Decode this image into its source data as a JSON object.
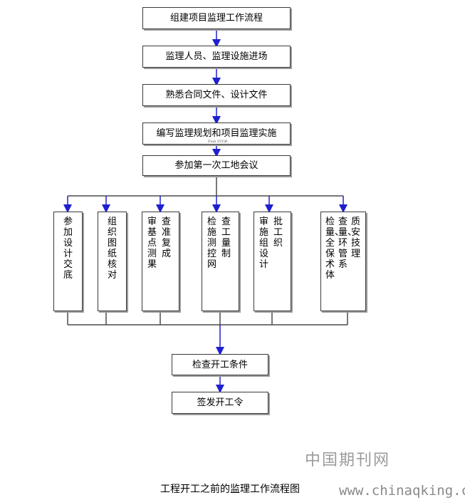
{
  "flow": {
    "step1": "组建项目监理工作流程",
    "step2": "监理人员、监理设施进场",
    "step3": "熟悉合同文件、设计文件",
    "step4": "编写监理规划和项目监理实施",
    "step4_note": "Puin STGB",
    "step5": "参加第一次工地会议",
    "columns": [
      {
        "lines": [
          "参加设计交底"
        ]
      },
      {
        "lines": [
          "组织图纸核对"
        ]
      },
      {
        "lines": [
          "审基点测果",
          "查准复成"
        ]
      },
      {
        "lines": [
          "检施测控网",
          "查工量制"
        ]
      },
      {
        "lines": [
          "审施组设计",
          "批工织"
        ]
      },
      {
        "lines": [
          "检量、全保术体",
          "查量、环管系",
          "质安技理"
        ]
      }
    ],
    "step6": "检查开工条件",
    "step7": "签发开工令"
  },
  "caption": "工程开工之前的监理工作流程图",
  "watermark": {
    "cn": "中国期刊网",
    "url": "www.chinaqking.com"
  },
  "colors": {
    "arrow": "#1f1fd0",
    "border": "#3a3a3a",
    "line": "#4a4a4a"
  }
}
